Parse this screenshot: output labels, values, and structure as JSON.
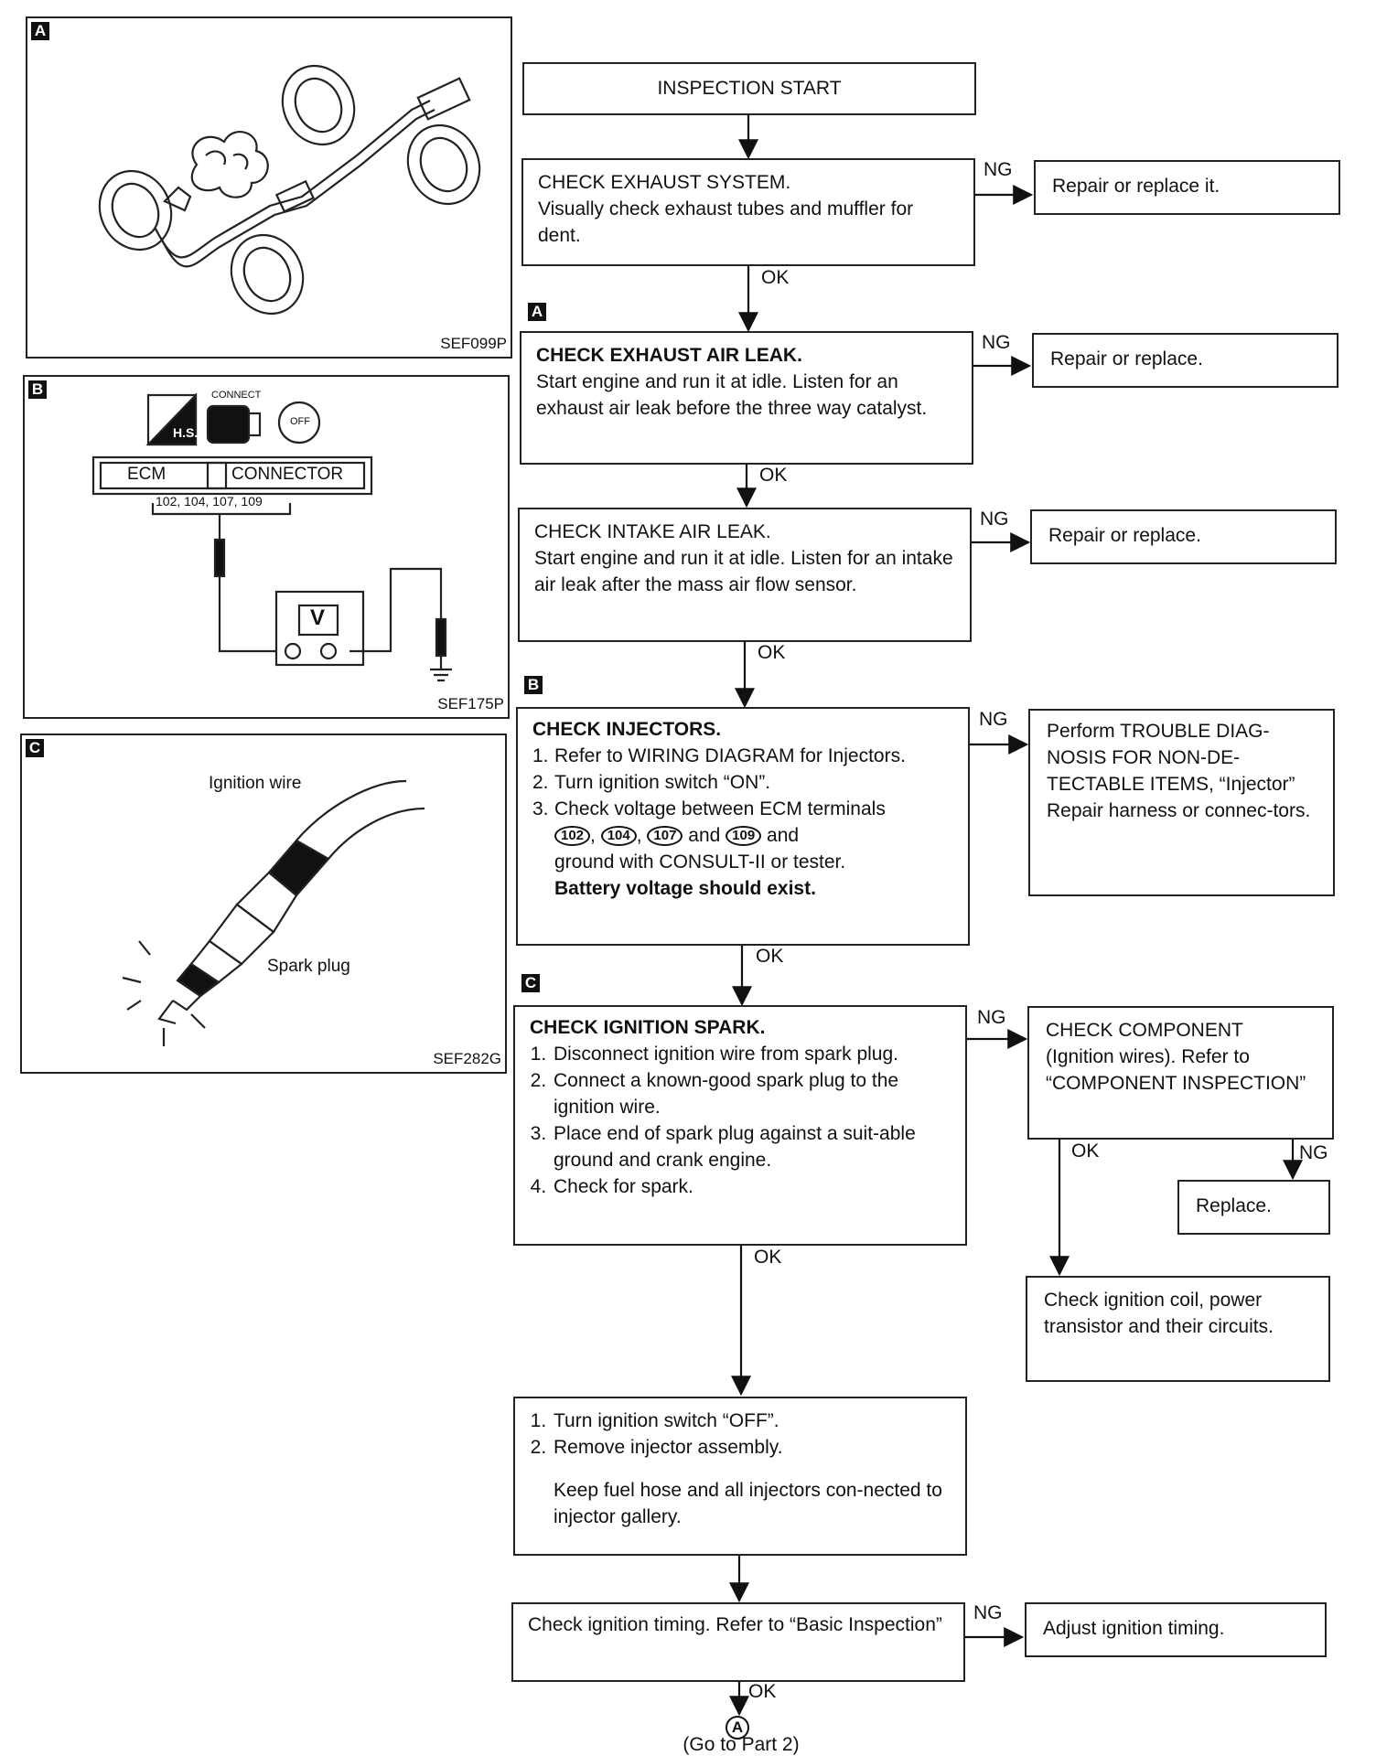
{
  "panels": {
    "a": {
      "tag": "A",
      "code": "SEF099P"
    },
    "b": {
      "tag": "B",
      "code": "SEF175P",
      "hs_label": "H.S.",
      "connect_label": "CONNECT",
      "key_label": "OFF",
      "ecm_label": "ECM",
      "connector_label": "CONNECTOR",
      "terminals_label": "102, 104, 107, 109",
      "meter_label": "V"
    },
    "c": {
      "tag": "C",
      "code": "SEF282G",
      "ignition_wire_label": "Ignition wire",
      "spark_plug_label": "Spark plug"
    }
  },
  "flow": {
    "start": "INSPECTION START",
    "exhaust": {
      "title": "CHECK EXHAUST SYSTEM.",
      "body": "Visually check exhaust tubes and muffler for dent."
    },
    "exhaust_ng": "Repair or replace it.",
    "air_leak": {
      "tag": "A",
      "title": "CHECK EXHAUST AIR LEAK.",
      "body": "Start engine and run it at idle. Listen for an exhaust air leak before the three way catalyst."
    },
    "air_leak_ng": "Repair or replace.",
    "intake": {
      "title": "CHECK INTAKE AIR LEAK.",
      "body": "Start engine and run it at idle. Listen for an intake air leak after the mass air flow sensor."
    },
    "intake_ng": "Repair or replace.",
    "injectors": {
      "tag": "B",
      "title": "CHECK INJECTORS.",
      "steps": [
        "Refer to WIRING DIAGRAM for Injectors.",
        "Turn ignition switch “ON”."
      ],
      "step3_text": "Check voltage between ECM terminals",
      "terminals": [
        "102",
        "104",
        "107",
        "109"
      ],
      "and_label": "and",
      "step3_tail": "ground with CONSULT-II or tester.",
      "note": "Battery voltage should exist."
    },
    "injectors_ng": "Perform TROUBLE DIAG-NOSIS FOR NON-DE-TECTABLE ITEMS, “Injector” Repair harness or connec-tors.",
    "spark": {
      "tag": "C",
      "title": "CHECK IGNITION SPARK.",
      "steps": [
        "Disconnect ignition wire from spark plug.",
        "Connect a known-good spark plug to the ignition wire.",
        "Place end of spark plug against a suit-able ground and crank engine.",
        "Check for spark."
      ]
    },
    "component": "CHECK COMPONENT (Ignition wires). Refer to “COMPONENT INSPECTION”",
    "replace": "Replace.",
    "coil": "Check ignition coil, power transistor and their circuits.",
    "remove": {
      "steps": [
        "Turn ignition switch “OFF”.",
        "Remove injector assembly."
      ],
      "note": "Keep fuel hose and all injectors con-nected to injector gallery."
    },
    "timing": {
      "text": "Check ignition timing. Refer to “Basic Inspection”"
    },
    "timing_ng": "Adjust ignition timing.",
    "connector_label": "A",
    "goto": "(Go to Part 2)",
    "ok": "OK",
    "ng": "NG"
  }
}
